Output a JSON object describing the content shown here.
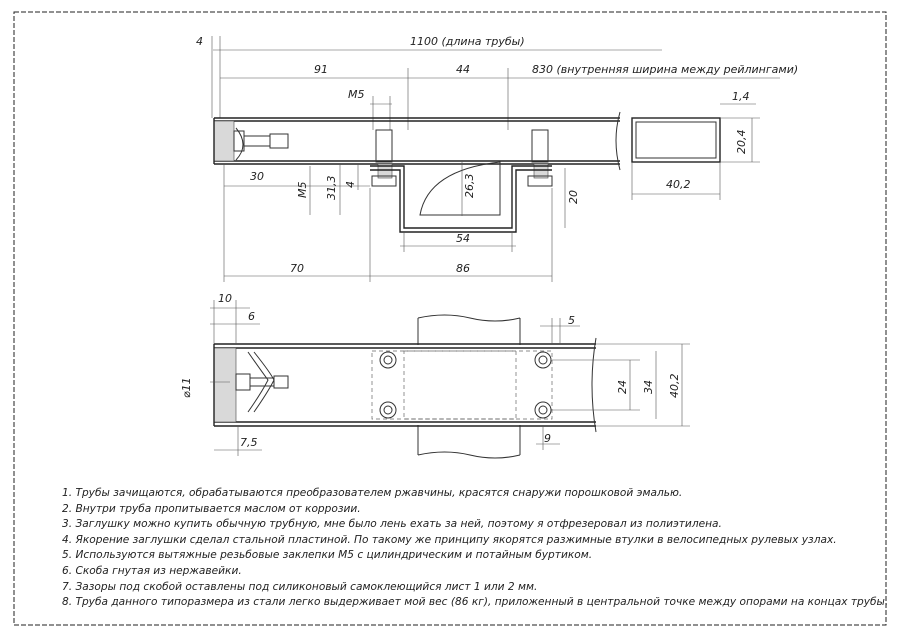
{
  "dimensions": {
    "overall_length": "1100 (длина трубы)",
    "inner_width": "830 (внутренняя ширина между рейлингами)",
    "d4": "4",
    "d91": "91",
    "d44": "44",
    "m5_top": "М5",
    "d1_4": "1,4",
    "d20_4": "20,4",
    "d40_2_section": "40,2",
    "d30": "30",
    "m5_side": "М5",
    "d31_3": "31,3",
    "d4_small": "4",
    "d26_3": "26,3",
    "d20": "20",
    "d54": "54",
    "d70": "70",
    "d86": "86",
    "d10": "10",
    "d6": "6",
    "d5": "5",
    "d11": "⌀11",
    "d24": "24",
    "d34": "34",
    "d40_2_plan": "40,2",
    "d7_5": "7,5",
    "d9": "9"
  },
  "notes": [
    "1. Трубы зачищаются, обрабатываются преобразователем ржавчины, красятся снаружи порошковой эмалью.",
    "2. Внутри труба пропитывается маслом от коррозии.",
    "3. Заглушку можно купить обычную трубную, мне было лень ехать за ней, поэтому я отфрезеровал из полиэтилена.",
    "4. Якорение заглушки сделал стальной пластиной. По такому же принципу якорятся разжимные втулки в велосипедных рулевых узлах.",
    "5. Используются вытяжные резьбовые заклепки М5 с цилиндрическим и потайным буртиком.",
    "6. Скоба гнутая из нержавейки.",
    "7. Зазоры под скобой оставлены под силиконовый самоклеющийся лист 1 или 2 мм.",
    "8. Труба данного типоразмера из стали легко выдерживает мой вес (86 кг), приложенный в центральной точке между опорами на концах трубы."
  ]
}
